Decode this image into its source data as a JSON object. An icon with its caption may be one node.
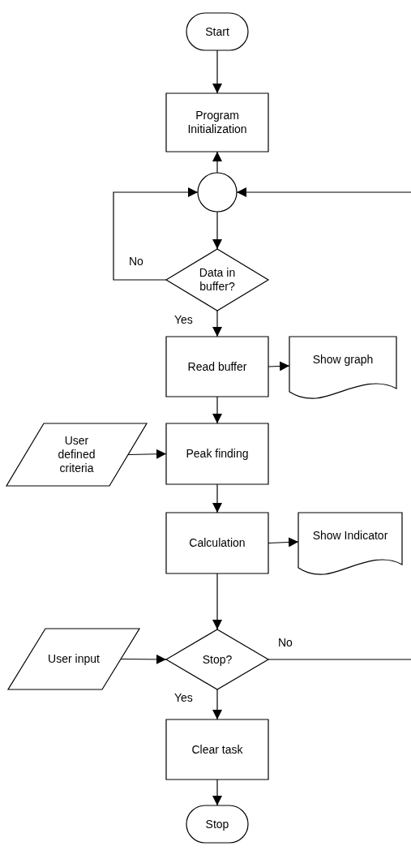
{
  "diagram": {
    "nodes": [
      {
        "text": [
          "Start"
        ]
      },
      {
        "text": [
          "Program Initialization"
        ]
      },
      {
        "text": [],
        "shape": "circle"
      },
      {
        "text": [
          "Data in buffer?"
        ]
      },
      {
        "text": [
          "Read buffer"
        ]
      },
      {
        "text": [
          "Show graph"
        ]
      },
      {
        "text": [
          "User defined criteria"
        ]
      },
      {
        "text": [
          "Peak finding"
        ]
      },
      {
        "text": [
          "Calculation"
        ]
      },
      {
        "text": [
          "Show Indicator"
        ]
      },
      {
        "text": [
          "User input"
        ]
      },
      {
        "text": [
          "Stop?"
        ]
      },
      {
        "text": [
          "Clear task"
        ]
      },
      {
        "text": [
          "Stop"
        ]
      }
    ],
    "edges": [
      {
        "from": 0,
        "to": 1,
        "arrow": "to"
      },
      {
        "from": 2,
        "to": 1,
        "arrow": "to"
      },
      {
        "from": 3,
        "to": 2,
        "arrow": "to",
        "label": "No"
      },
      {
        "from": 2,
        "to": 3,
        "arrow": "to"
      },
      {
        "from": 3,
        "to": 4,
        "arrow": "to",
        "label": "Yes"
      },
      {
        "from": 4,
        "to": 5,
        "arrow": "to"
      },
      {
        "from": 4,
        "to": 7,
        "arrow": "to"
      },
      {
        "from": 6,
        "to": 7,
        "arrow": "to"
      },
      {
        "from": 7,
        "to": 8,
        "arrow": "to"
      },
      {
        "from": 8,
        "to": 9,
        "arrow": "to"
      },
      {
        "from": 8,
        "to": 11,
        "arrow": "to"
      },
      {
        "from": 10,
        "to": 11,
        "arrow": "to"
      },
      {
        "from": 11,
        "to": null,
        "arrow": "none",
        "label": "No"
      },
      {
        "from": null,
        "to": 2,
        "arrow": "to"
      },
      {
        "from": 11,
        "to": 12,
        "arrow": "to",
        "label": "Yes"
      },
      {
        "from": 12,
        "to": 13,
        "arrow": "to"
      }
    ]
  }
}
